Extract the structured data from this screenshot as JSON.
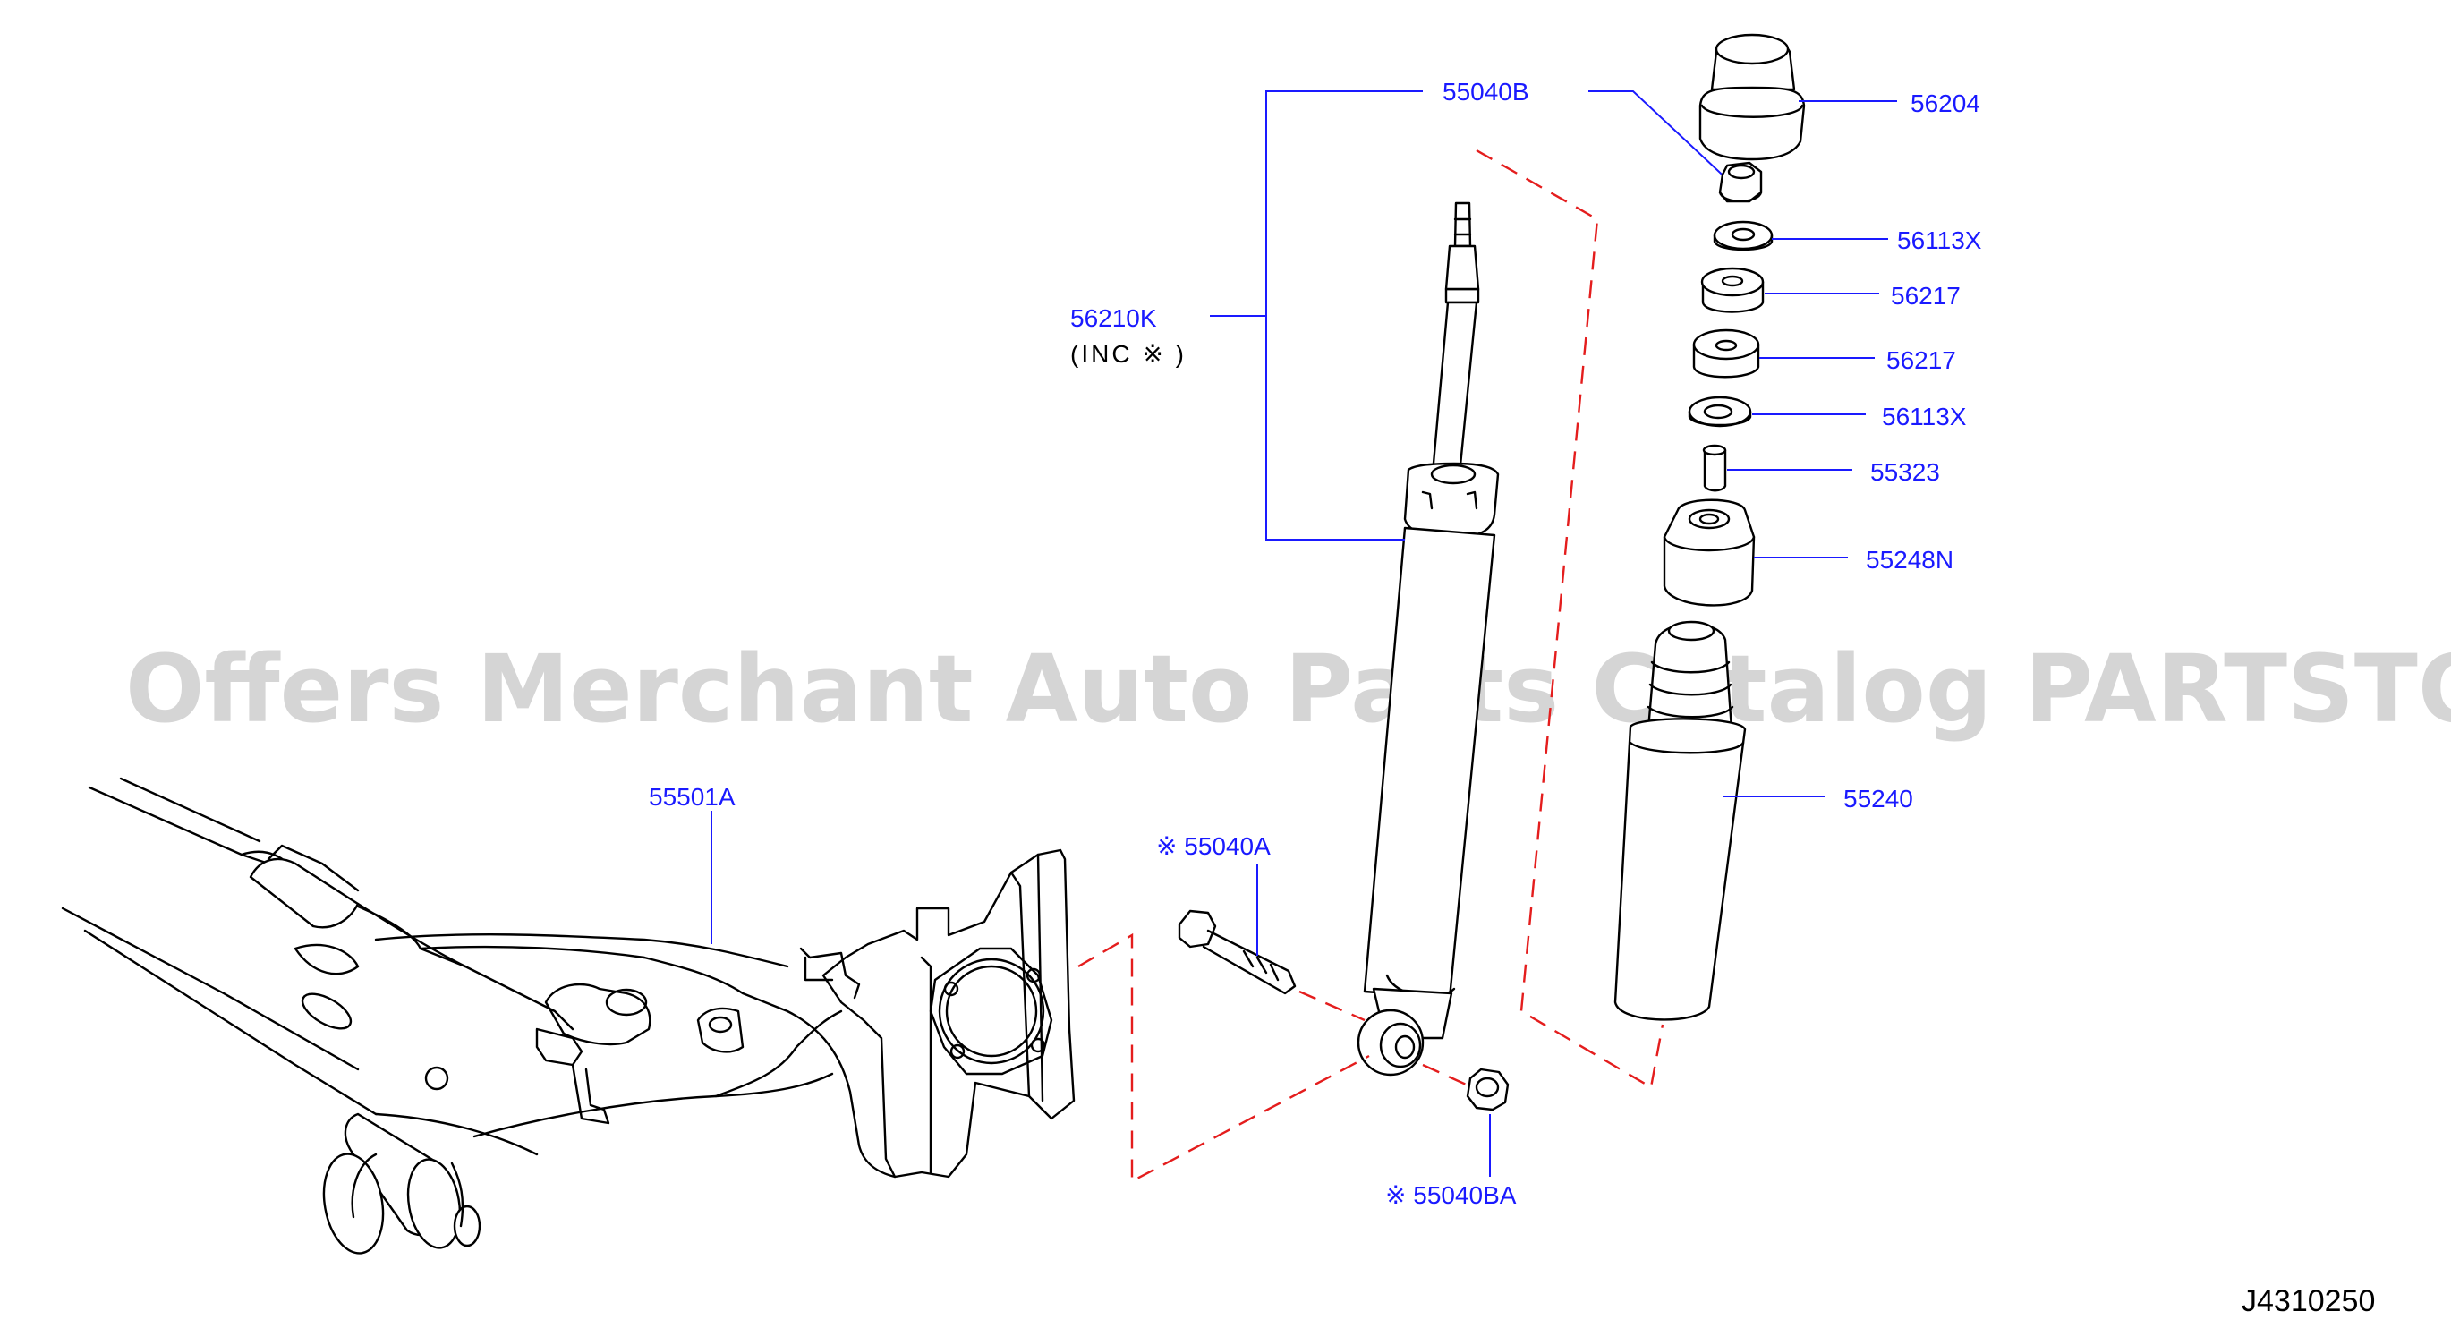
{
  "watermark": "Offers Merchant Auto Parts Catalog PARTSTORE.SA",
  "diagram_ref": "J4310250",
  "colors": {
    "label": "#1a1aff",
    "dashed_guide": "#e41d1d",
    "line_art": "#000000"
  },
  "labels": {
    "p55040B": "55040B",
    "p56210K": "56210K",
    "p56210K_inc": "(INC ※     )",
    "p56204": "56204",
    "p56113X_top": "56113X",
    "p56217_top": "56217",
    "p56217_bottom": "56217",
    "p56113X_bottom": "56113X",
    "p55323": "55323",
    "p55248N": "55248N",
    "p55240": "55240",
    "p55501A": "55501A",
    "p55040A": "※ 55040A",
    "p55040BA": "※ 55040BA"
  }
}
